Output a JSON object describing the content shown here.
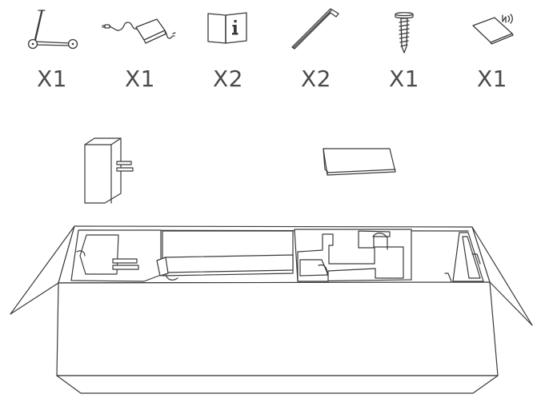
{
  "package_contents": {
    "items": [
      {
        "icon": "scooter-icon",
        "quantity": "X1"
      },
      {
        "icon": "charger-icon",
        "quantity": "X1"
      },
      {
        "icon": "manual-icon",
        "quantity": "X2"
      },
      {
        "icon": "allen-key-icon",
        "quantity": "X2"
      },
      {
        "icon": "screw-icon",
        "quantity": "X1"
      },
      {
        "icon": "nfc-card-icon",
        "quantity": "X1"
      }
    ]
  }
}
